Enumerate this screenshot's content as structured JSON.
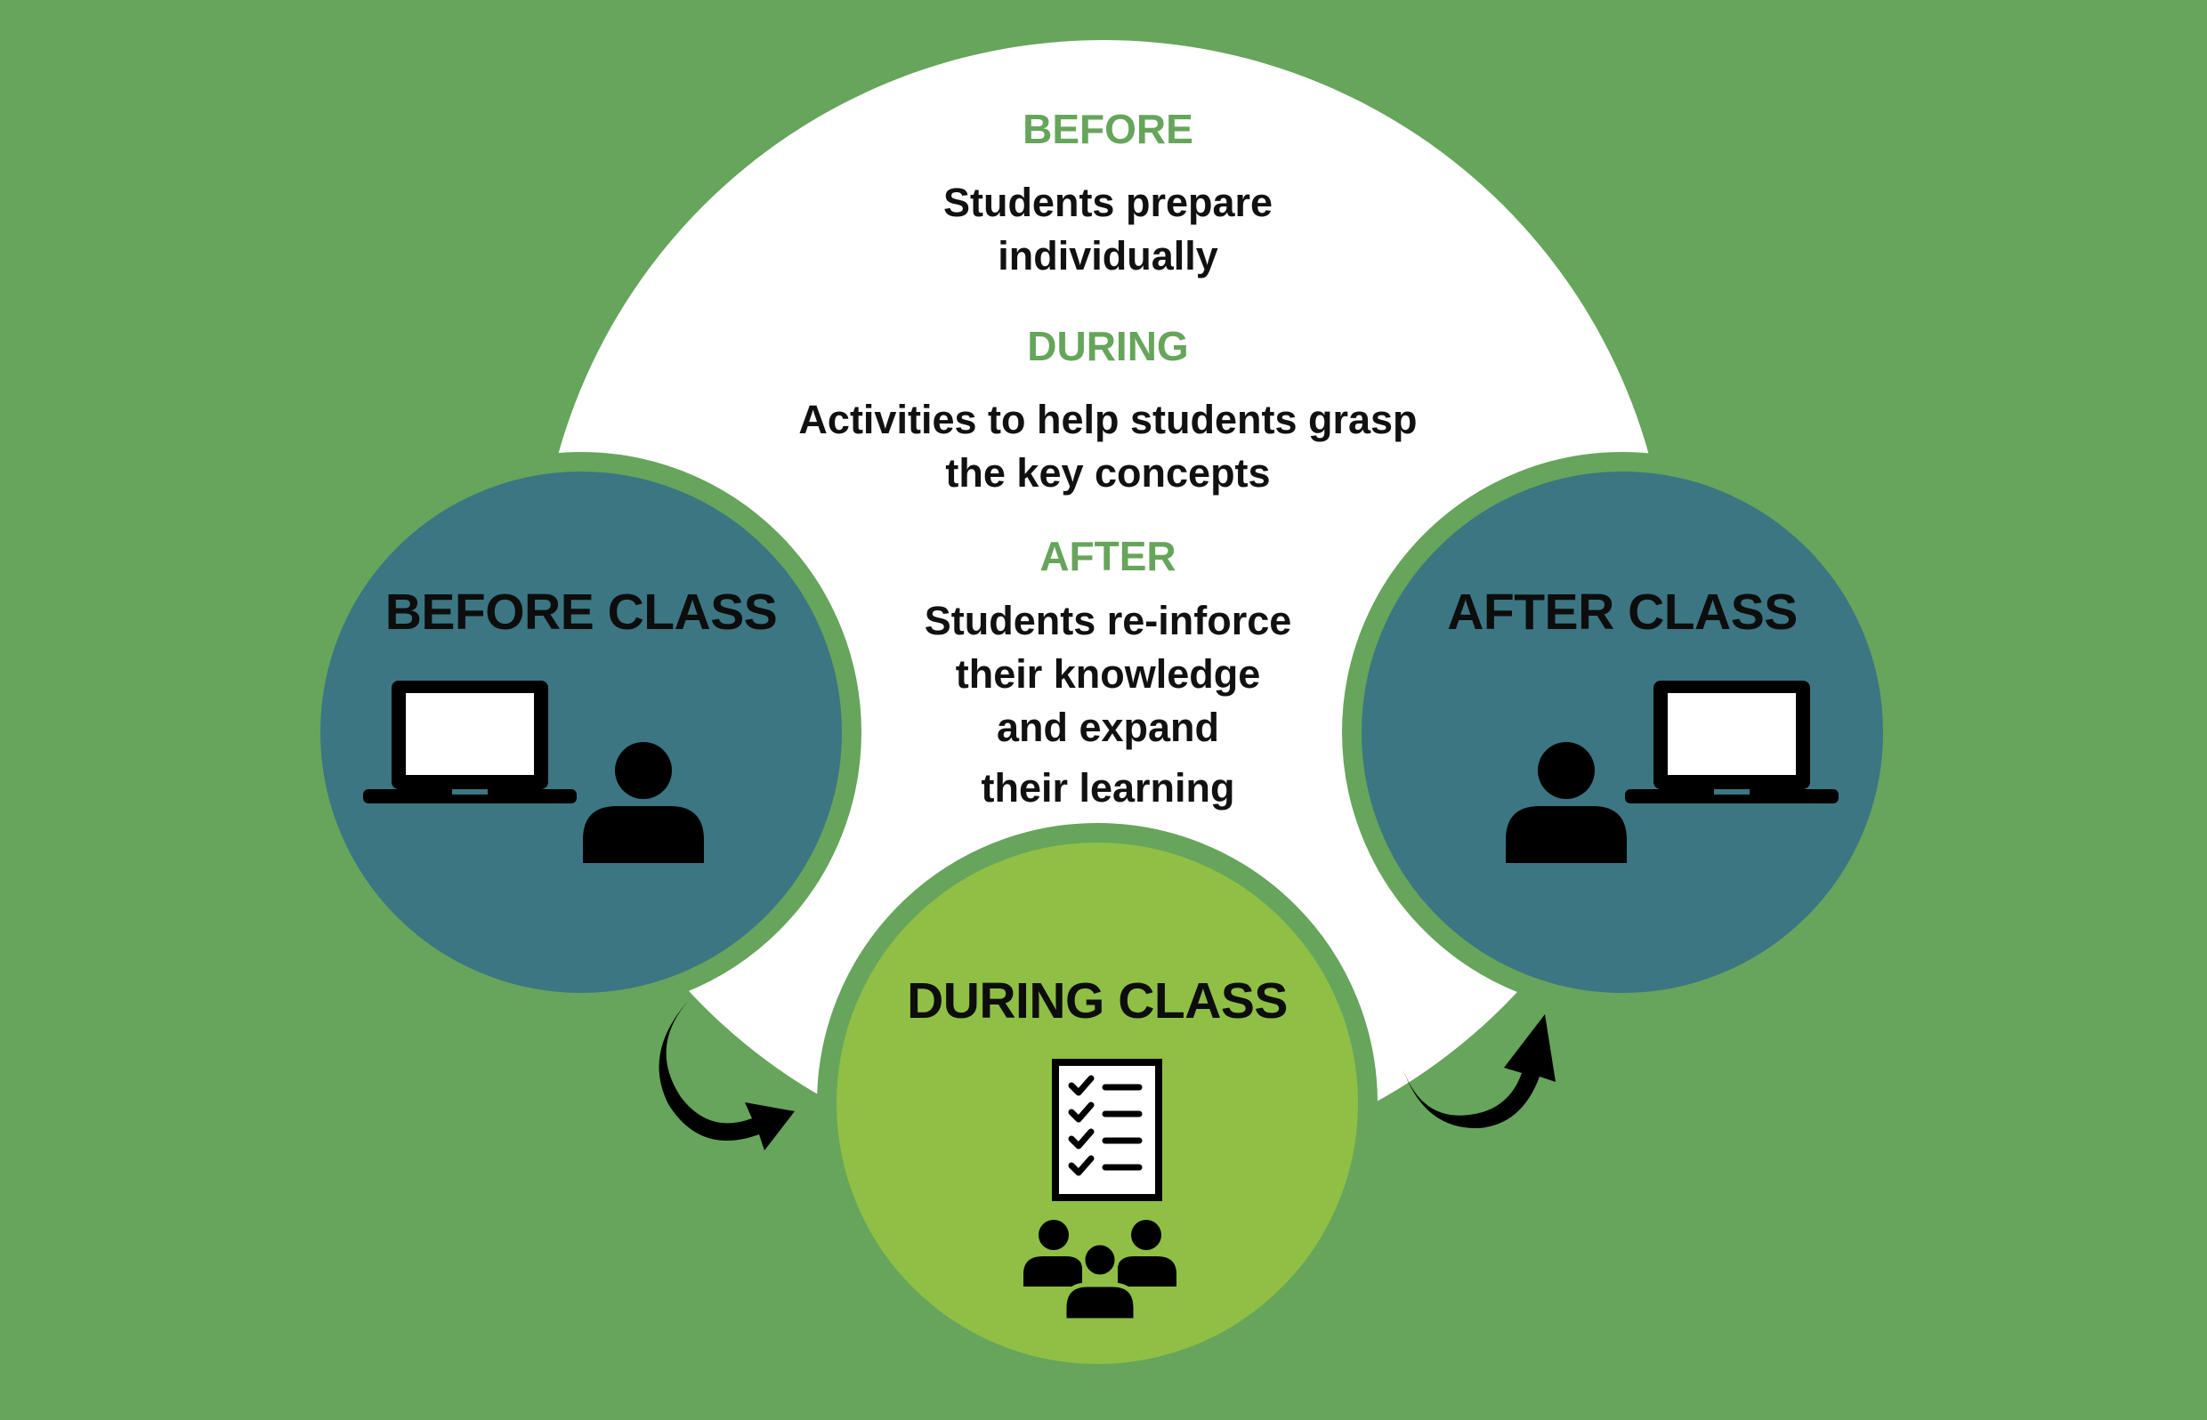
{
  "colors": {
    "background": "#66a55b",
    "arch": "#ffffff",
    "outer_circles": "#3c7683",
    "center_circle": "#8fbf45",
    "label_green": "#66a55b",
    "text": "#111111"
  },
  "center": {
    "before_label": "BEFORE",
    "before_desc_line1": "Students prepare",
    "before_desc_line2": "individually",
    "during_label": "DURING",
    "during_desc_line1": "Activities to help students grasp",
    "during_desc_line2": "the key concepts",
    "after_label": "AFTER",
    "after_desc_line1": "Students re-inforce",
    "after_desc_line2": "their knowledge",
    "after_desc_line3": "and expand",
    "after_desc_line4": "their learning"
  },
  "nodes": {
    "before_class": {
      "title": "BEFORE CLASS",
      "icons": [
        "laptop-icon",
        "person-icon"
      ]
    },
    "during_class": {
      "title": "DURING CLASS",
      "icons": [
        "checklist-icon",
        "group-icon"
      ]
    },
    "after_class": {
      "title": "AFTER CLASS",
      "icons": [
        "person-icon",
        "laptop-icon"
      ]
    }
  },
  "arrows": [
    "curved-arrow-icon",
    "curved-arrow-icon"
  ]
}
